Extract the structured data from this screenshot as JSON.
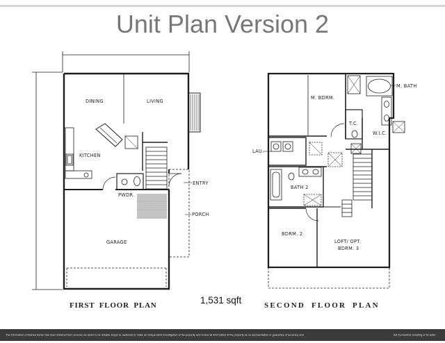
{
  "title": "Unit Plan Version 2",
  "first_floor": {
    "caption": "FIRST FLOOR PLAN",
    "rooms": {
      "dining": "DINING",
      "living": "LIVING",
      "kitchen": "KITCHEN",
      "powder": "PWDR.",
      "entry": "ENTRY",
      "porch": "PORCH",
      "garage": "GARAGE"
    }
  },
  "second_floor": {
    "caption": "SECOND FLOOR PLAN",
    "rooms": {
      "master_bedroom": "M. BDRM.",
      "master_bath": "M. BATH",
      "toilet_closet": "T.C.",
      "walk_in_closet": "W.I.C.",
      "laundry": "LAU.",
      "bath_2": "BATH 2",
      "bedroom_2": "BDRM. 2",
      "loft_line1": "LOFT/ OPT.",
      "loft_line2": "BDRM. 3"
    }
  },
  "area": "1,531 sqft",
  "footer": {
    "text_left": "The information contained herein has been obtained from sources we deem to be reliable. Buyer is cautioned to make an independent investigation of the property and review all information of the property as no representation or guarantee of accuracy and",
    "text_right": "ted by Hawkins Gooding or its seller."
  },
  "colors": {
    "title": "#777777",
    "lines": "#1e1e1e",
    "footer_bar": "#3b3b3b"
  }
}
